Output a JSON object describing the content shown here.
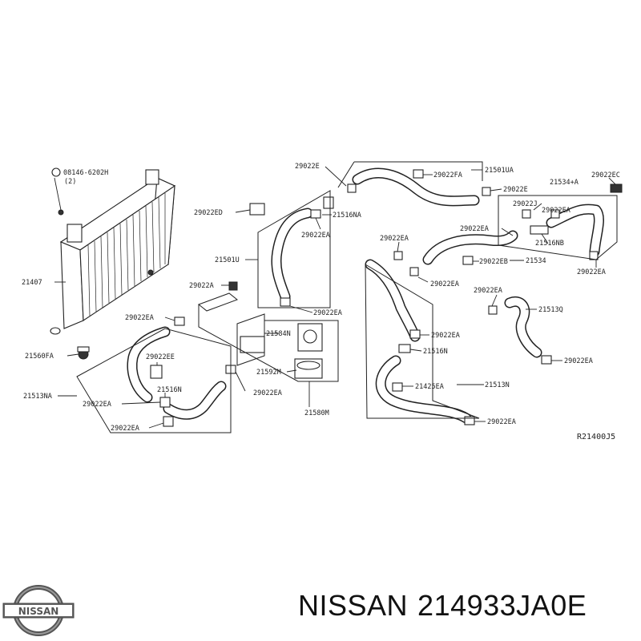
{
  "diagram": {
    "labels": {
      "bolt": "08146-6202H",
      "bolt_qty": "(2)",
      "radiator": "21407",
      "mount": "21560FA",
      "hose_lower_left": "21513NA",
      "clamp_e_top": "29022E",
      "clamp_ed": "29022ED",
      "clamp_a": "29022A",
      "hose_upper": "21501U",
      "hose_upper_a": "21501UA",
      "clamp_fa": "29022FA",
      "clamp_e_right": "29022E",
      "clamp_ec_right": "29022EC",
      "hose_534a": "21534+A",
      "clamp_j": "29022J",
      "clamp_ea_nb": "29022EA",
      "joint_nb": "21516NB",
      "hose_534": "21534",
      "clamp_eb": "29022EB",
      "clamp_ea_534": "29022EA",
      "clamp_ea_534_left": "29022EA",
      "clamp_ea_far_right": "29022EA",
      "joint_na": "21516NA",
      "clamp_ea_na": "29022EA",
      "clamp_ea_upper_bottom": "29022EA",
      "clamp_ea_left_top": "29022EA",
      "clamp_ee": "29022EE",
      "joint_n_left": "21516N",
      "clamp_ea_left1": "29022EA",
      "clamp_ea_left2": "29022EA",
      "bracket_584n": "21584N",
      "cap_592m": "21592M",
      "clamp_ea_center": "29022EA",
      "reservoir": "21580M",
      "clamp_ea_mid": "29022EA",
      "clamp_ea_513": "29022EA",
      "joint_n_mid": "21516N",
      "bracket_425": "21425EA",
      "hose_513n": "21513N",
      "clamp_ea_bottom": "29022EA",
      "hose_513q": "21513Q",
      "clamp_ea_513q_a": "29022EA",
      "clamp_ea_513q_b": "29022EA",
      "reference": "R21400J5"
    }
  },
  "brand": {
    "logo_text": "NISSAN",
    "name": "NISSAN",
    "part_number": "214933JA0E"
  },
  "colors": {
    "line": "#222222",
    "background": "#ffffff",
    "text": "#111111"
  }
}
